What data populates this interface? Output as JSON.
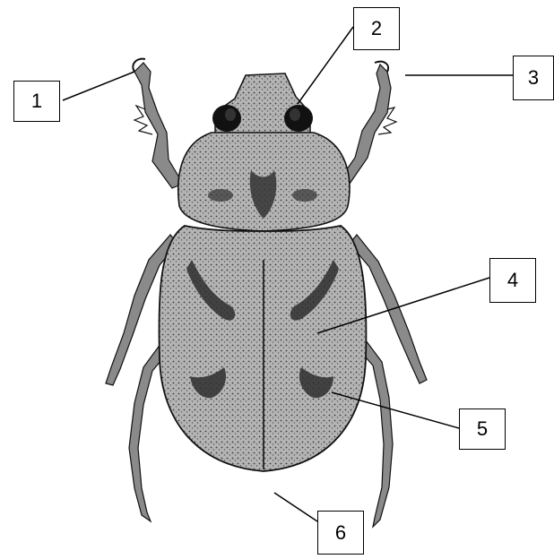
{
  "diagram": {
    "subject": "beetle-illustration",
    "labels": [
      {
        "id": "1",
        "text": "1"
      },
      {
        "id": "2",
        "text": "2"
      },
      {
        "id": "3",
        "text": "3"
      },
      {
        "id": "4",
        "text": "4"
      },
      {
        "id": "5",
        "text": "5"
      },
      {
        "id": "6",
        "text": "6"
      }
    ],
    "colors": {
      "ink": "#000000",
      "body_fill": "#a9a9a9",
      "background": "#ffffff"
    }
  }
}
